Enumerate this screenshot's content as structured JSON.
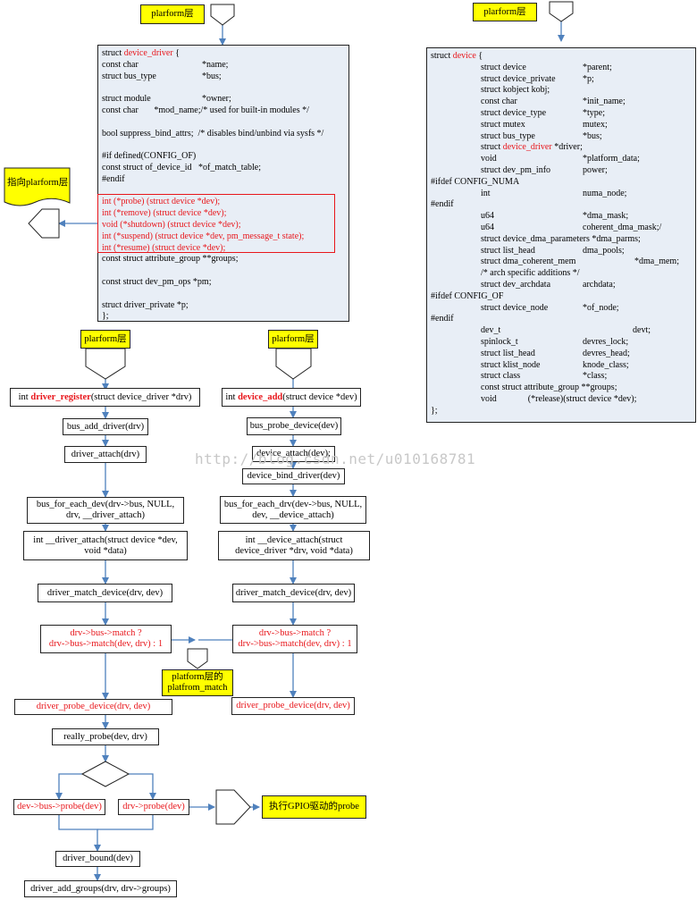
{
  "labels": {
    "platform_layer": "plarform层",
    "to_platform_layer": "指向plarform层",
    "platform_match": "platform层的\nplatfrom_match",
    "exec_gpio_probe": "执行GPIO驱动的probe"
  },
  "device_driver_struct": {
    "lines": [
      [
        "struct {device_driver} {",
        ""
      ],
      [
        "const char",
        "*name;"
      ],
      [
        "struct bus_type",
        "*bus;"
      ],
      [
        "",
        ""
      ],
      [
        "struct module",
        "*owner;"
      ],
      [
        "const char       *mod_name;/* used for built-in modules */",
        ""
      ],
      [
        "",
        ""
      ],
      [
        "bool suppress_bind_attrs;  /* disables bind/unbind via sysfs */",
        ""
      ],
      [
        "",
        ""
      ],
      [
        "#if defined(CONFIG_OF)",
        ""
      ],
      [
        "const struct of_device_id   *of_match_table;",
        ""
      ],
      [
        "#endif",
        ""
      ],
      [
        "",
        ""
      ],
      [
        "int (*probe) (struct device *dev);",
        ""
      ],
      [
        "int (*remove) (struct device *dev);",
        ""
      ],
      [
        "void (*shutdown) (struct device *dev);",
        ""
      ],
      [
        "int (*suspend) (struct device *dev, pm_message_t state);",
        ""
      ],
      [
        "int (*resume) (struct device *dev);",
        ""
      ],
      [
        "const struct attribute_group **groups;",
        ""
      ],
      [
        "",
        ""
      ],
      [
        "const struct dev_pm_ops *pm;",
        ""
      ],
      [
        "",
        ""
      ],
      [
        "struct driver_private *p;",
        ""
      ],
      [
        "};",
        ""
      ]
    ],
    "name": "device_driver"
  },
  "device_struct": {
    "name": "device",
    "lines": [
      [
        "struct {device} {",
        "",
        0
      ],
      [
        "struct device",
        "*parent;",
        1
      ],
      [
        "struct device_private",
        "*p;",
        1
      ],
      [
        "struct kobject kobj;",
        "",
        1
      ],
      [
        "const char",
        "*init_name;",
        1
      ],
      [
        "struct device_type",
        "*type;",
        1
      ],
      [
        "struct mutex",
        "mutex;",
        1
      ],
      [
        "struct bus_type",
        "*bus;",
        1
      ],
      [
        "struct {device_driver} *driver;",
        "",
        1
      ],
      [
        "void",
        "*platform_data;",
        1
      ],
      [
        "struct dev_pm_info",
        "power;",
        1
      ],
      [
        "#ifdef CONFIG_NUMA",
        "",
        0
      ],
      [
        "int",
        "numa_node;",
        1
      ],
      [
        "#endif",
        "",
        0
      ],
      [
        "u64",
        "*dma_mask;",
        1
      ],
      [
        "u64",
        "coherent_dma_mask;/",
        1
      ],
      [
        "struct device_dma_parameters *dma_parms;",
        "",
        1
      ],
      [
        "struct list_head",
        "dma_pools;",
        1
      ],
      [
        "struct dma_coherent_mem",
        "*dma_mem;",
        2
      ],
      [
        "/* arch specific additions */",
        "",
        1
      ],
      [
        "struct dev_archdata",
        "archdata;",
        1
      ],
      [
        "#ifdef CONFIG_OF",
        "",
        0
      ],
      [
        "struct device_node",
        "*of_node;",
        1
      ],
      [
        "#endif",
        "",
        0
      ],
      [
        "dev_t",
        "devt;",
        3
      ],
      [
        "spinlock_t",
        "devres_lock;",
        1
      ],
      [
        "struct list_head",
        "devres_head;",
        1
      ],
      [
        "struct klist_node",
        "knode_class;",
        1
      ],
      [
        "struct class",
        "*class;",
        1
      ],
      [
        "const struct attribute_group **groups;",
        "",
        1
      ],
      [
        "void              (*release)(struct device *dev);",
        "",
        1
      ],
      [
        "};",
        "",
        0
      ]
    ]
  },
  "left_flow": {
    "driver_register_prefix": "int ",
    "driver_register_name": "driver_register",
    "driver_register_suffix": "(struct device_driver *drv)",
    "bus_add_driver": "bus_add_driver(drv)",
    "driver_attach": "driver_attach(drv)",
    "bus_for_each_dev": "bus_for_each_dev(drv->bus, NULL,\ndrv, __driver_attach)",
    "driver_attach_fn": "int __driver_attach(struct device *dev,\nvoid *data)",
    "driver_match_device": "driver_match_device(drv, dev)",
    "match_expr": "drv->bus->match ?\ndrv->bus->match(dev, drv) : 1",
    "driver_probe_device": "driver_probe_device(drv, dev)",
    "really_probe": "really_probe(dev, drv)",
    "bus_probe": "dev->bus->probe(dev)",
    "drv_probe": "drv->probe(dev)",
    "driver_bound": "driver_bound(dev)",
    "driver_add_groups": "driver_add_groups(drv, drv->groups)"
  },
  "right_flow": {
    "device_add_prefix": "int ",
    "device_add_name": "device_add",
    "device_add_suffix": "(struct device *dev)",
    "bus_probe_device": "bus_probe_device(dev)",
    "device_attach": "device_attach(dev);",
    "device_bind_driver": "device_bind_driver(dev)",
    "bus_for_each_drv": "bus_for_each_drv(dev->bus, NULL,\ndev, __device_attach)",
    "device_attach_fn": "int __device_attach(struct\ndevice_driver *drv, void *data)",
    "driver_match_device": "driver_match_device(drv, dev)",
    "match_expr": "drv->bus->match ?\ndrv->bus->match(dev, drv) : 1",
    "driver_probe_device": "driver_probe_device(drv, dev)"
  },
  "watermark": "http://blog.csdn.net/u010168781",
  "colors": {
    "accent_red": "#e8161b",
    "arrow_blue": "#4f81bd",
    "struct_fill": "#e8eef6",
    "label_yellow": "#ffff00"
  }
}
